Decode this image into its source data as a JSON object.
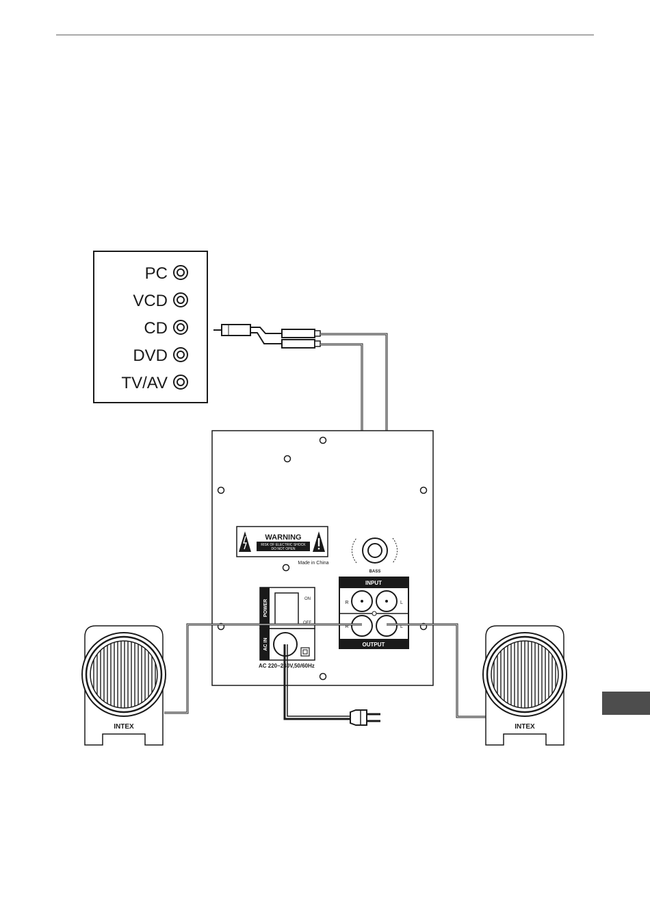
{
  "source_panel": {
    "inputs": [
      "PC",
      "VCD",
      "CD",
      "DVD",
      "TV/AV"
    ]
  },
  "subwoofer": {
    "warning": {
      "title": "WARNING",
      "line1": "RISK OF ELECTRIC SHOCK",
      "line2": "DO NOT OPEN"
    },
    "made_in": "Made in China",
    "bass_label": "BASS",
    "power_label": "POWER",
    "on_label": "ON",
    "off_label": "OFF",
    "ac_in_label": "AC IN",
    "ac_rating": "AC 220~240V,50/60Hz",
    "input_label": "INPUT",
    "output_label": "OUTPUT",
    "r_label": "R",
    "l_label": "L"
  },
  "speakers": {
    "left_brand": "INTEX",
    "right_brand": "INTEX"
  },
  "colors": {
    "line": "#1a1a1a",
    "tab": "#4d4d4d"
  }
}
